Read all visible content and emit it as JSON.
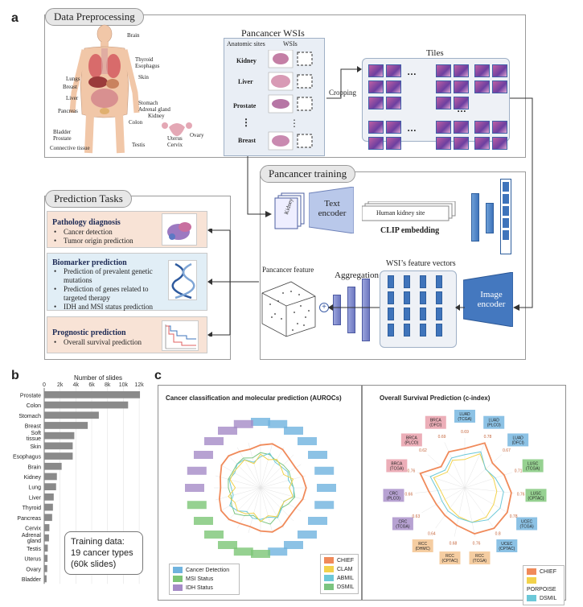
{
  "panel_a": {
    "letter": "a",
    "preprocessing": {
      "title": "Data Preprocessing",
      "organ_labels": [
        "Brain",
        "Thyroid",
        "Esophagus",
        "Lungs",
        "Skin",
        "Breast",
        "Liver",
        "Stomach",
        "Adrenal gland",
        "Kidney",
        "Pancreas",
        "Colon",
        "Bladder",
        "Uterus",
        "Ovary",
        "Prostate",
        "Cervix",
        "Connective tissue",
        "Testis"
      ],
      "wsi_title": "Pancancer WSIs",
      "col_sites": "Anatomic sites",
      "col_wsis": "WSIs",
      "sites": [
        "Kidney",
        "Liver",
        "Prostate",
        "⋮",
        "Breast"
      ],
      "cropping": "Cropping",
      "tiles_title": "Tiles"
    },
    "training": {
      "title": "Pancancer training",
      "slide_label": "Kidney",
      "text_encoder": "Text encoder",
      "human_kidney_site": "Human kidney site",
      "clip_embedding": "CLIP embedding",
      "wsi_feature_vectors": "WSI’s feature vectors",
      "aggregation": "Aggregation",
      "pancancer_feature": "Pancancer feature",
      "image_encoder": "Image encoder",
      "plus": "+"
    },
    "prediction": {
      "title": "Prediction Tasks",
      "tasks": [
        {
          "title": "Pathology diagnosis",
          "items": [
            "Cancer detection",
            "Tumor origin prediction"
          ],
          "color": "#f8e3d6"
        },
        {
          "title": "Biomarker prediction",
          "items": [
            "Prediction of prevalent genetic mutations",
            "Prediction of genes related to targeted therapy",
            "IDH and MSI status prediction"
          ],
          "color": "#e1eef6"
        },
        {
          "title": "Prognostic prediction",
          "items": [
            "Overall survival prediction"
          ],
          "color": "#f8e3d6"
        }
      ]
    }
  },
  "panel_b": {
    "letter": "b",
    "annotation_line1": "Training data:",
    "annotation_line2": "19 cancer types",
    "annotation_line3": "(60k slides)"
  },
  "panel_c": {
    "letter": "c",
    "left_title": "Cancer classification and molecular prediction (AUROCs)",
    "right_title": "Overall Survival Prediction (c-index)",
    "left_legend_tasks": [
      {
        "label": "Cancer Detection",
        "color": "#6fb3de"
      },
      {
        "label": "MSI Status",
        "color": "#7cc576"
      },
      {
        "label": "IDH Status",
        "color": "#a58bc7"
      }
    ],
    "left_legend_models": [
      {
        "label": "CHIEF",
        "color": "#f08a5a"
      },
      {
        "label": "CLAM",
        "color": "#f2d24b"
      },
      {
        "label": "ABMIL",
        "color": "#6cc8d8"
      },
      {
        "label": "DSMIL",
        "color": "#7bc47f"
      }
    ],
    "right_legend_models": [
      {
        "label": "CHIEF",
        "color": "#f08a5a"
      },
      {
        "label": "PORPOISE",
        "color": "#f2d24b"
      },
      {
        "label": "DSMIL",
        "color": "#6cc8d8"
      }
    ],
    "right_labels": [
      "LUAD (TCGA)",
      "LUAD (PLCO)",
      "LUAD (DFCI)",
      "LUSC (TCGA)",
      "LUSC (CPTAC)",
      "UCEC (TCGA)",
      "UCEC (CPTAC)",
      "RCC (TCGA)",
      "RCC (CPTAC)",
      "RCC (DHMC)",
      "CRC (TCGA)",
      "CRC (PLCO)",
      "BRCA (TCGA)",
      "BRCA (PLCO)",
      "BRCA (DFCI)"
    ],
    "right_values": [
      "0.69",
      "0.78",
      "0.67",
      "0.71",
      "0.76",
      "0.78",
      "0.8",
      "0.76",
      "0.68",
      "0.64",
      "0.63",
      "0.66",
      "0.76",
      "0.62",
      "0.69"
    ]
  },
  "chart_data": {
    "type": "bar",
    "title": "",
    "xlabel": "Number of slides",
    "ylabel": "",
    "xlim": [
      0,
      12500
    ],
    "xticks": [
      "0",
      "2k",
      "4k",
      "6k",
      "8k",
      "10k",
      "12k"
    ],
    "categories": [
      "Prostate",
      "Colon",
      "Stomach",
      "Breast",
      "Soft tissue",
      "Skin",
      "Esophagus",
      "Brain",
      "Kidney",
      "Lung",
      "Liver",
      "Thyroid",
      "Pancreas",
      "Cervix",
      "Adrenal gland",
      "Testis",
      "Uterus",
      "Ovary",
      "Bladder"
    ],
    "values": [
      12100,
      10600,
      6900,
      5500,
      3800,
      3600,
      3600,
      2200,
      1600,
      1500,
      1200,
      1100,
      1000,
      650,
      600,
      450,
      420,
      380,
      300
    ],
    "bar_color": "#8a8a8a"
  }
}
